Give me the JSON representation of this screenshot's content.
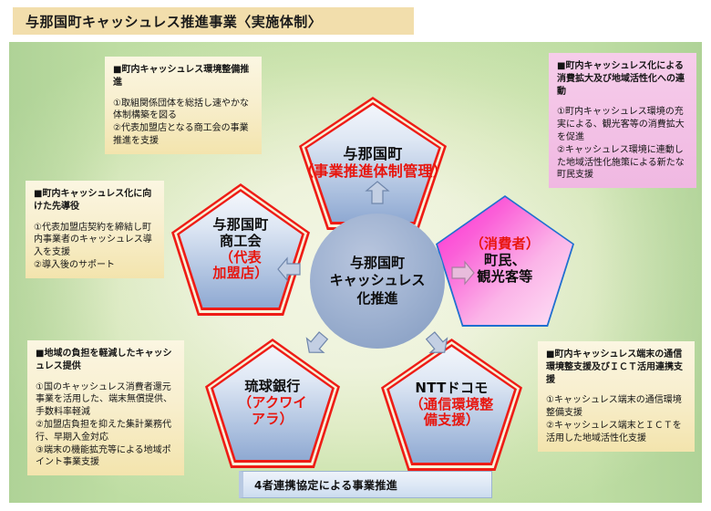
{
  "header": {
    "title": "与那国町キャッシュレス推進事業〈実施体制〉"
  },
  "center": {
    "label": "与那国町\nキャッシュレス\n化推進"
  },
  "pentagons": [
    {
      "name": "town",
      "title": "与那国町",
      "role": "（事業推進体制管理）"
    },
    {
      "name": "chamber",
      "title": "与那国町\n商工会",
      "role": "（代表\n加盟店）"
    },
    {
      "name": "bank",
      "title": "琉球銀行",
      "role": "（アクワイ\nアラ）"
    },
    {
      "name": "docomo",
      "title": "NTTドコモ",
      "role": "（通信環境整\n備支援）"
    },
    {
      "name": "consumer",
      "role": "（消費者）",
      "title": "町民、\n観光客等"
    }
  ],
  "notes": [
    {
      "name": "top-left",
      "heading": "■町内キャッシュレス環境整備推進",
      "body": "①取組関係団体を総括し速やかな体制構築を図る\n②代表加盟店となる商工会の事業推進を支援"
    },
    {
      "name": "top-right",
      "heading": "■町内キャッシュレス化による消費拡大及び地域活性化への連動",
      "body": "①町内キャッシュレス環境の充実による、観光客等の消費拡大を促進\n②キャッシュレス環境に連動した地域活性化施策による新たな町民支援"
    },
    {
      "name": "mid-left",
      "heading": "■町内キャッシュレス化に向けた先導役",
      "body": "①代表加盟店契約を締結し町内事業者のキャッシュレス導入を支援\n②導入後のサポート"
    },
    {
      "name": "bottom-left",
      "heading": "■地域の負担を軽減したキャッシュレス提供",
      "body": "①国のキャッシュレス消費者還元事業を活用した、端末無償提供、手数料率軽減\n②加盟店負担を抑えた集計業務代行、早期入金対応\n③端末の機能拡充等による地域ポイント事業支援"
    },
    {
      "name": "bottom-right",
      "heading": "■町内キャッシュレス端末の通信環境整支援及びＩＣＴ活用連携支援",
      "body": "①キャッシュレス端末の通信環境整備支援\n②キャッシュレス端末とＩＣＴを活用した地域活性化支援"
    }
  ],
  "banner": {
    "text": "4者連携協定による事業推進"
  },
  "colors": {
    "title_bg": "#f2deac",
    "pentagon_border": "#ee1c16",
    "pentagon_fill": "#aec2e0",
    "consumer_fill": "#ff2fd4",
    "consumer_border": "#1f6fd0",
    "center_fill": "#9fb2d1",
    "note_cream": "#f8efcf",
    "note_pink": "#f3c2e6",
    "banner_fill": "#dce7f5",
    "accent_red_text": "#e8150d"
  }
}
